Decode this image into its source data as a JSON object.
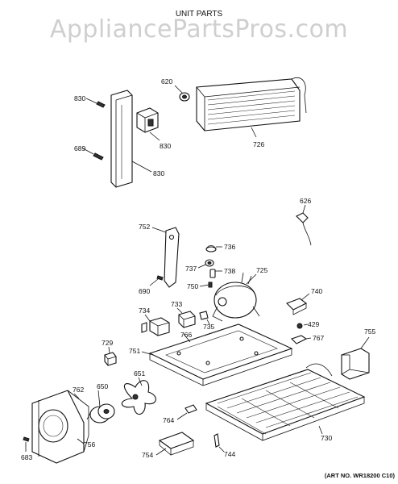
{
  "watermark": "AppliancePartsPros.com",
  "title": "UNIT PARTS",
  "art_number": "(ART NO. WR18200 C10)",
  "callouts": {
    "c620": "620",
    "c726": "726",
    "c830a": "830",
    "c830b": "830",
    "c830c": "830",
    "c689": "689",
    "c626": "626",
    "c752": "752",
    "c736": "736",
    "c737": "737",
    "c738": "738",
    "c725": "725",
    "c750": "750",
    "c690": "690",
    "c740": "740",
    "c734": "734",
    "c733": "733",
    "c735": "735",
    "c429": "429",
    "c766": "766",
    "c767": "767",
    "c755": "755",
    "c729": "729",
    "c751": "751",
    "c651": "651",
    "c762": "762",
    "c650": "650",
    "c764": "764",
    "c730": "730",
    "c756": "756",
    "c754": "754",
    "c744": "744",
    "c683": "683"
  }
}
